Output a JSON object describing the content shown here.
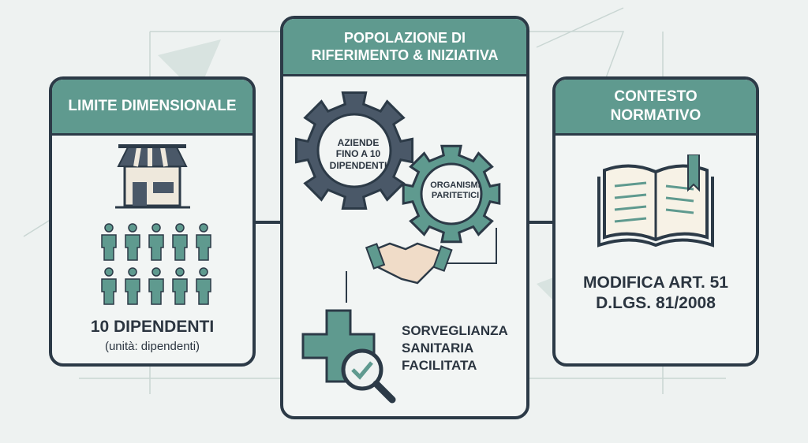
{
  "colors": {
    "accent": "#5f9a8f",
    "dark": "#2c3a47",
    "background": "#eef2f1",
    "panel": "#f2f5f4"
  },
  "left_panel": {
    "title": "LIMITE DIMENSIONALE",
    "icon": "shop-icon",
    "people_icon": "person-icon",
    "value": "10 DIPENDENTI",
    "unit": "(unità: dipendenti)"
  },
  "middle_panel": {
    "title": "POPOLAZIONE DI RIFERIMENTO & INIZIATIVA",
    "gear_dark_label": "AZIENDE FINO A 10 DIPENDENTI",
    "gear_teal_label": "ORGANISMI PARITETICI",
    "handshake_icon": "handshake-icon",
    "health_icon": "medical-cross-magnifier-icon",
    "health_label": "SORVEGLIANZA SANITARIA FACILITATA"
  },
  "right_panel": {
    "title": "CONTESTO NORMATIVO",
    "icon": "open-book-icon",
    "text": "MODIFICA ART. 51 D.LGS. 81/2008"
  }
}
